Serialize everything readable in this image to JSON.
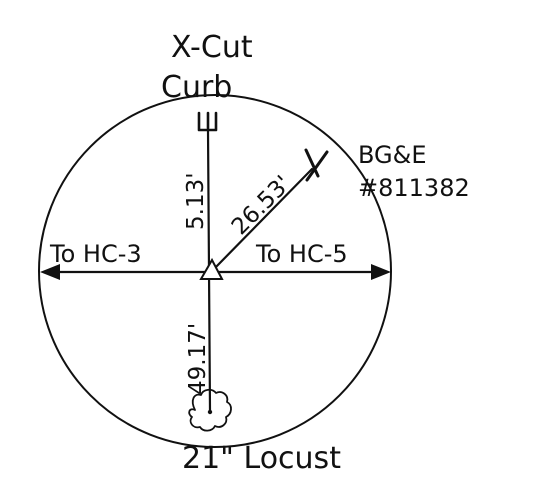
{
  "reference_point": {
    "header_line1": "X-Cut",
    "header_line2": "Curb"
  },
  "utility_marker": {
    "line1": "BG&E",
    "line2": "#811382"
  },
  "directions": {
    "left": "To HC-3",
    "right": "To HC-5"
  },
  "measurements": {
    "to_curb": "5.13'",
    "to_marker": "26.53'",
    "to_tree": "49.17'"
  },
  "landmark": {
    "tree_label": "21\" Locust"
  }
}
